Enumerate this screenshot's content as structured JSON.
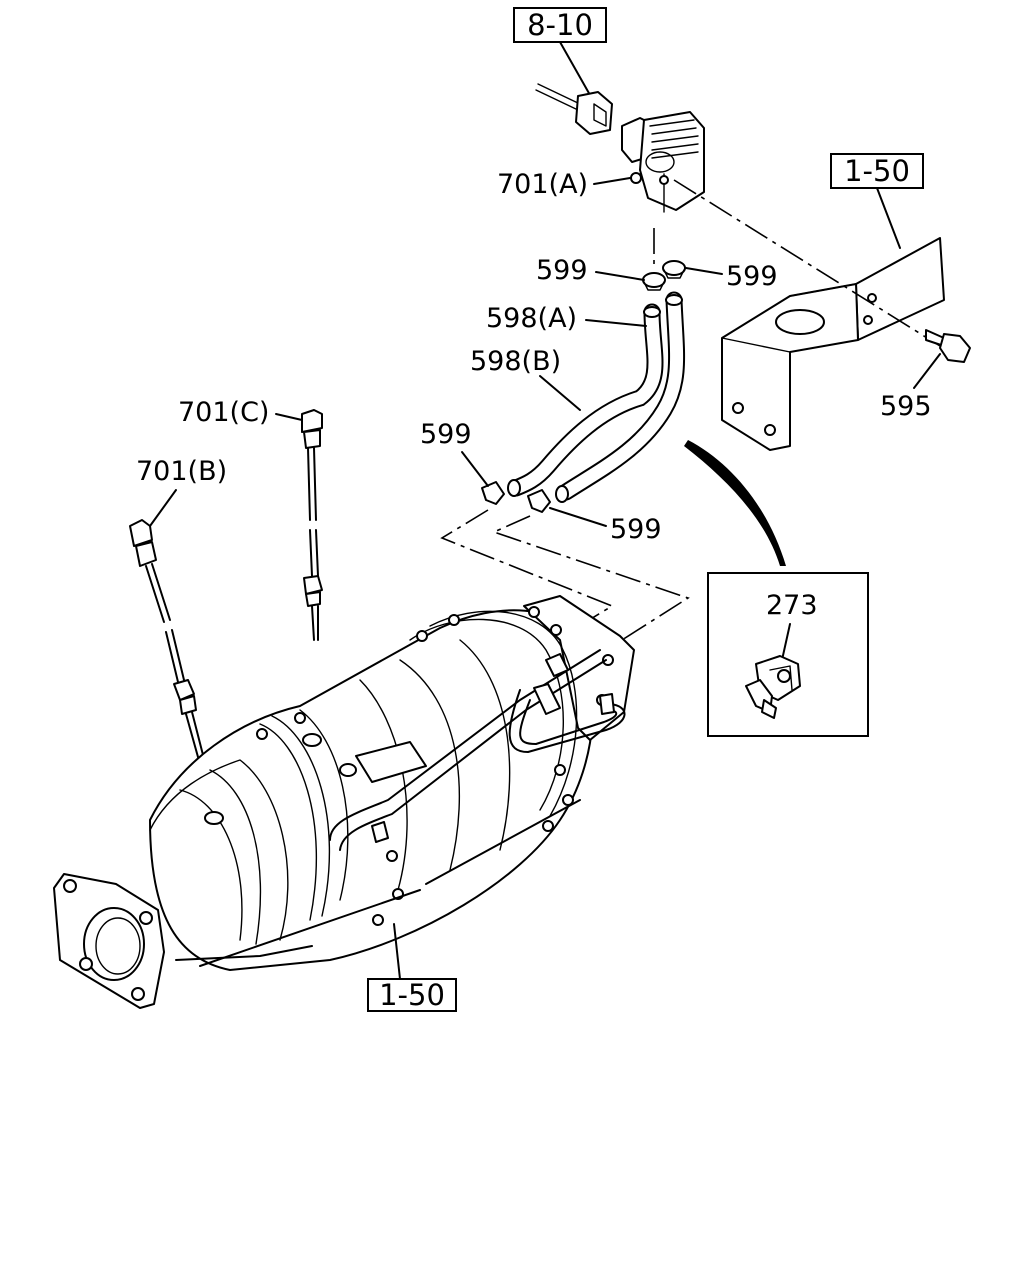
{
  "references": {
    "ref_8_10": "8-10",
    "ref_1_50_top": "1-50",
    "ref_1_50_bottom": "1-50"
  },
  "callouts": {
    "c701a": "701(A)",
    "c701b": "701(B)",
    "c701c": "701(C)",
    "c599_left_top": "599",
    "c599_right_top": "599",
    "c599_mid_left": "599",
    "c599_mid_right": "599",
    "c598a": "598(A)",
    "c598b": "598(B)",
    "c595": "595",
    "c273": "273"
  }
}
